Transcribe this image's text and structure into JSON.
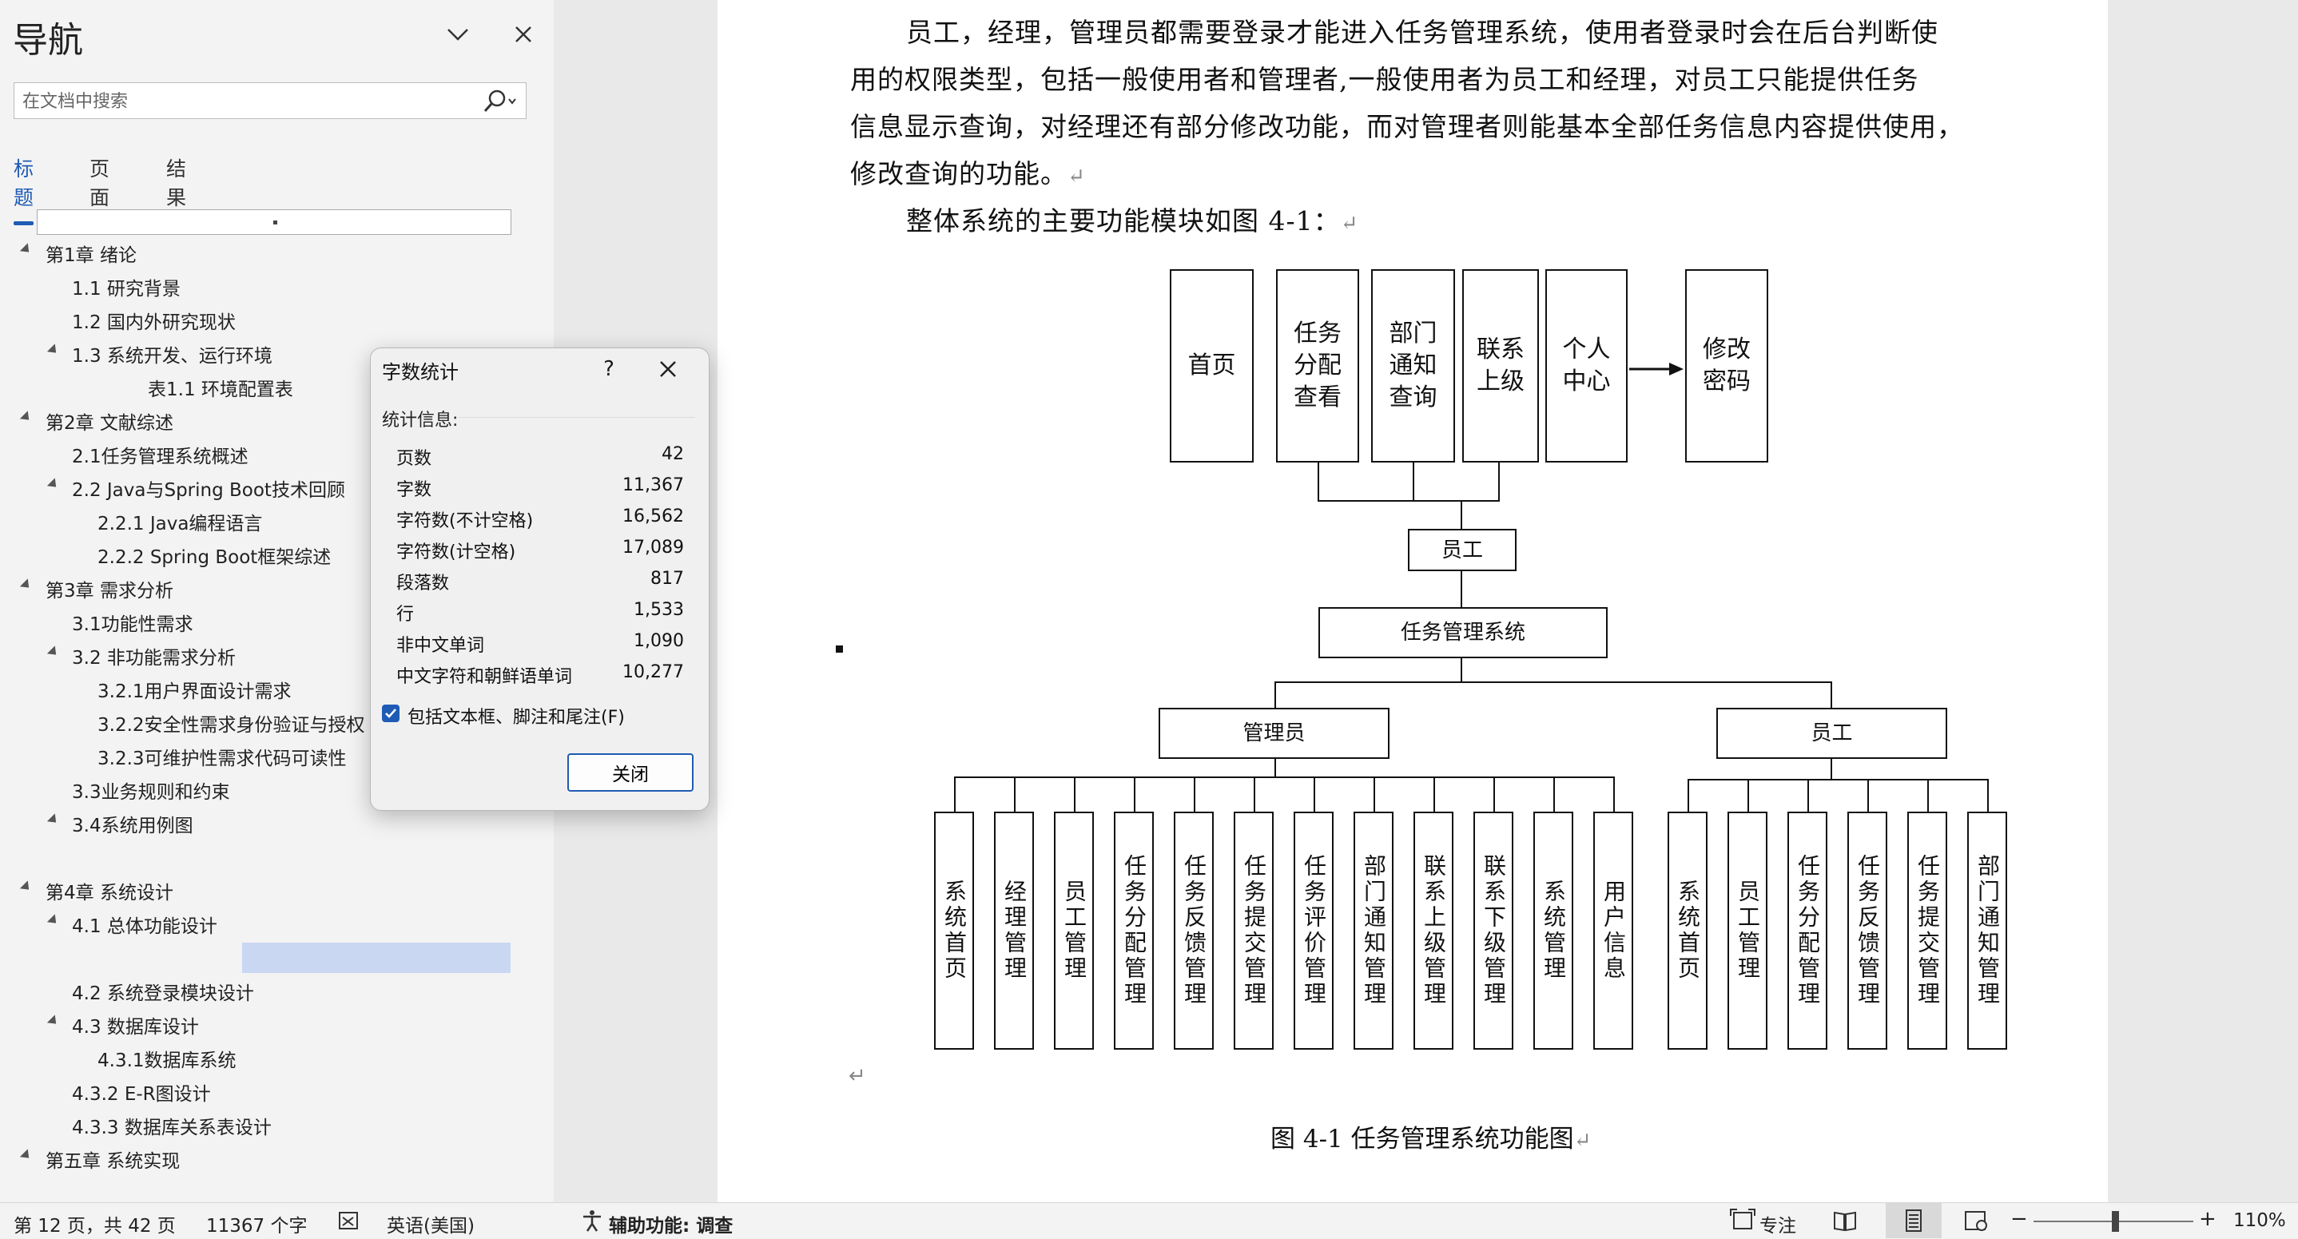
{
  "nav": {
    "title": "导航",
    "search_placeholder": "在文档中搜索",
    "tabs": [
      "标题",
      "页面",
      "结果"
    ],
    "tree": [
      {
        "label": "第1章 绪论"
      },
      {
        "label": "1.1 研究背景"
      },
      {
        "label": "1.2 国内外研究现状"
      },
      {
        "label": "1.3 系统开发、运行环境"
      },
      {
        "label": "表1.1 环境配置表"
      },
      {
        "label": "第2章 文献综述"
      },
      {
        "label": "2.1任务管理系统概述"
      },
      {
        "label": "2.2 Java与Spring Boot技术回顾"
      },
      {
        "label": "2.2.1 Java编程语言"
      },
      {
        "label": "2.2.2 Spring Boot框架综述"
      },
      {
        "label": "第3章 需求分析"
      },
      {
        "label": "3.1功能性需求"
      },
      {
        "label": "3.2 非功能需求分析"
      },
      {
        "label": "3.2.1用户界面设计需求"
      },
      {
        "label": "3.2.2安全性需求身份验证与授权"
      },
      {
        "label": "3.2.3可维护性需求代码可读性"
      },
      {
        "label": "3.3业务规则和约束"
      },
      {
        "label": "3.4系统用例图"
      },
      {
        "label": "第4章 系统设计"
      },
      {
        "label": "4.1 总体功能设计"
      },
      {
        "label": "4.2 系统登录模块设计"
      },
      {
        "label": "4.3 数据库设计"
      },
      {
        "label": "4.3.1数据库系统"
      },
      {
        "label": "4.3.2 E-R图设计"
      },
      {
        "label": "4.3.3  数据库关系表设计"
      },
      {
        "label": "第五章  系统实现"
      }
    ]
  },
  "document": {
    "para1": [
      "员工，经理，管理员都需要登录才能进入任务管理系统，使用者登录时会在后台判断使",
      "用的权限类型，包括一般使用者和管理者,一般使用者为员工和经理，对员工只能提供任务",
      "信息显示查询，对经理还有部分修改功能，而对管理者则能基本全部任务信息内容提供使用，",
      "修改查询的功能。"
    ],
    "para2": "整体系统的主要功能模块如图 4-1：",
    "caption": "图 4-1    任务管理系统功能图",
    "diagram": {
      "top_boxes": [
        "首页",
        "任务分配查看",
        "部门通知查询",
        "联系上级",
        "个人中心",
        "修改密码"
      ],
      "employee_top": "员工",
      "system": "任务管理系统",
      "admin": "管理员",
      "employee": "员工",
      "admin_children": [
        "系统首页",
        "经理管理",
        "员工管理",
        "任务分配管理",
        "任务反馈管理",
        "任务提交管理",
        "任务评价管理",
        "部门通知管理",
        "联系上级管理",
        "联系下级管理",
        "系统管理",
        "用户信息"
      ],
      "employee_children": [
        "系统首页",
        "员工管理",
        "任务分配管理",
        "任务反馈管理",
        "任务提交管理",
        "部门通知管理"
      ]
    }
  },
  "dialog": {
    "title": "字数统计",
    "help": "?",
    "section": "统计信息:",
    "stats": [
      {
        "label": "页数",
        "value": "42"
      },
      {
        "label": "字数",
        "value": "11,367"
      },
      {
        "label": "字符数(不计空格)",
        "value": "16,562"
      },
      {
        "label": "字符数(计空格)",
        "value": "17,089"
      },
      {
        "label": "段落数",
        "value": "817"
      },
      {
        "label": "行",
        "value": "1,533"
      },
      {
        "label": "非中文单词",
        "value": "1,090"
      },
      {
        "label": "中文字符和朝鲜语单词",
        "value": "10,277"
      }
    ],
    "checkbox_label": "包括文本框、脚注和尾注(F)",
    "checkbox_checked": true,
    "close_label": "关闭"
  },
  "status": {
    "page": "第 12 页，共 42 页",
    "words": "11367 个字",
    "language": "英语(美国)",
    "accessibility": "辅助功能: 调查",
    "focus": "专注",
    "zoom": "110%"
  },
  "colors": {
    "accent": "#1f5bb5",
    "highlight": "#c9d7f3"
  }
}
